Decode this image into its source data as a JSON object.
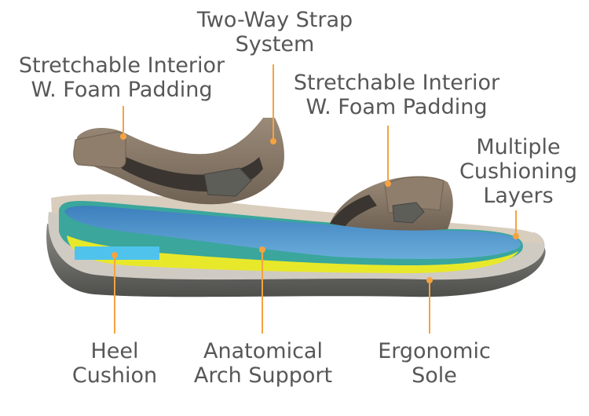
{
  "colors": {
    "text": "#575757",
    "leader": "#f5a341",
    "dot": "#f5a341",
    "upper": "#8a7b6c",
    "sole_outer": "#6b6b68",
    "midsole": "#cfcbc3",
    "footbed": "#d9cdbd",
    "cushion_blue": "#4a8cc4",
    "cushion_teal": "#3aa69c",
    "cushion_yellow": "#e8e82a",
    "heel_cushion": "#4fc3ec"
  },
  "callouts": {
    "strap_system": {
      "line1": "Two-Way Strap",
      "line2": "System"
    },
    "interior_left": {
      "line1": "Stretchable Interior",
      "line2": "W. Foam Padding"
    },
    "interior_right": {
      "line1": "Stretchable Interior",
      "line2": "W. Foam Padding"
    },
    "cushioning_layers": {
      "line1": "Multiple",
      "line2": "Cushioning",
      "line3": "Layers"
    },
    "heel_cushion": {
      "line1": "Heel",
      "line2": "Cushion"
    },
    "arch_support": {
      "line1": "Anatomical",
      "line2": "Arch Support"
    },
    "ergonomic_sole": {
      "line1": "Ergonomic",
      "line2": "Sole"
    }
  }
}
